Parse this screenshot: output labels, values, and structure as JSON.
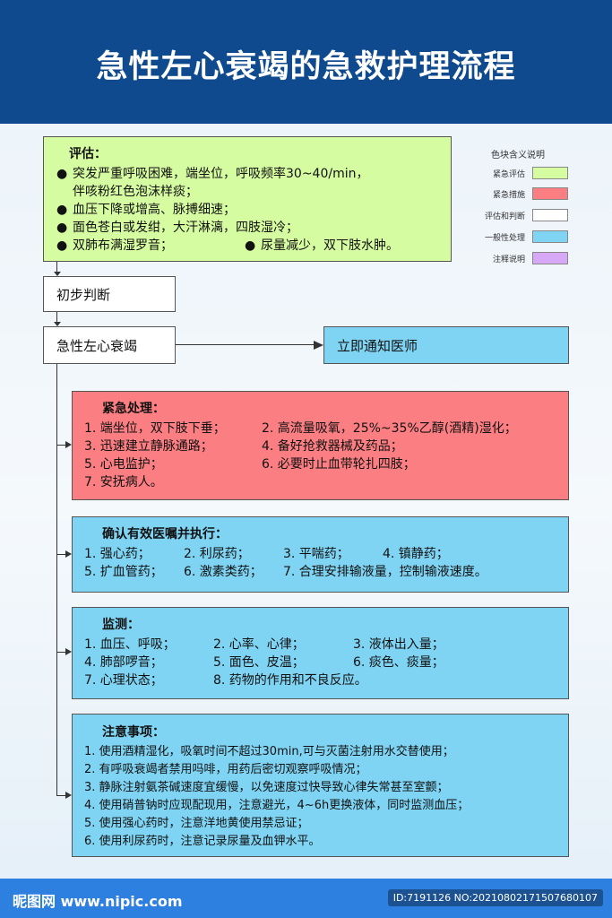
{
  "title": "急性左心衰竭的急救护理流程",
  "assessment": {
    "heading": "评估：",
    "bullet": "●",
    "lines": [
      "突发严重呼吸困难，端坐位，呼吸频率30~40/min，",
      "伴咳粉红色泡沫样痰；",
      "血压下降或增高、脉搏细速；",
      "面色苍白或发绀，大汗淋漓，四肢湿冷；"
    ],
    "last_left": "双肺布满湿罗音；",
    "last_right": "尿量减少，双下肢水肿。"
  },
  "legend": {
    "title": "色块含义说明",
    "items": [
      {
        "label": "紧急评估",
        "color": "#d6fca1"
      },
      {
        "label": "紧急措施",
        "color": "#fb7e82"
      },
      {
        "label": "评估和判断",
        "color": "#ffffff"
      },
      {
        "label": "一般性处理",
        "color": "#7fd4f3"
      },
      {
        "label": "注释说明",
        "color": "#d7a8f5"
      }
    ]
  },
  "nodes": {
    "initial_judgment": "初步判断",
    "diagnosis": "急性左心衰竭",
    "notify_doctor": "立即通知医师"
  },
  "emergency": {
    "heading": "紧急处理：",
    "rows": [
      [
        "1. 端坐位，双下肢下垂；",
        "2. 高流量吸氧，25%~35%乙醇(酒精)湿化；"
      ],
      [
        "3. 迅速建立静脉通路；",
        "4. 备好抢救器械及药品；"
      ],
      [
        "5. 心电监护；",
        "6. 必要时止血带轮扎四肢；"
      ],
      [
        "7. 安抚病人。",
        ""
      ]
    ]
  },
  "orders": {
    "heading": "确认有效医嘱并执行：",
    "line1": [
      "1. 强心药；",
      "2. 利尿药；",
      "3. 平喘药；",
      "4. 镇静药；"
    ],
    "line2": [
      "5. 扩血管药；",
      "6. 激素类药；",
      "7. 合理安排输液量，控制输液速度。"
    ]
  },
  "monitoring": {
    "heading": "监测：",
    "rows": [
      [
        "1. 血压、呼吸；",
        "2. 心率、心律；",
        "3. 液体出入量；"
      ],
      [
        "4. 肺部啰音；",
        "5. 面色、皮温；",
        "6. 痰色、痰量；"
      ],
      [
        "7. 心理状态；",
        "8. 药物的作用和不良反应。",
        ""
      ]
    ]
  },
  "notes": {
    "heading": "注意事项：",
    "lines": [
      "1. 使用酒精湿化，吸氧时间不超过30min,可与灭菌注射用水交替使用；",
      "2. 有呼吸衰竭者禁用吗啡，用药后密切观察呼吸情况；",
      "3. 静脉注射氨茶碱速度宜缓慢，以免速度过快导致心律失常甚至室颤；",
      "4. 使用硝普钠时应现配现用，注意避光，4~6h更换液体，同时监测血压；",
      "5. 使用强心药时，注意洋地黄使用禁忌证；",
      "6. 使用利尿药时，注意记录尿量及血钾水平。"
    ]
  },
  "footer": {
    "logo": "昵图网 www.nipic.com",
    "id": "ID:7191126 NO:20210802171507680107"
  }
}
